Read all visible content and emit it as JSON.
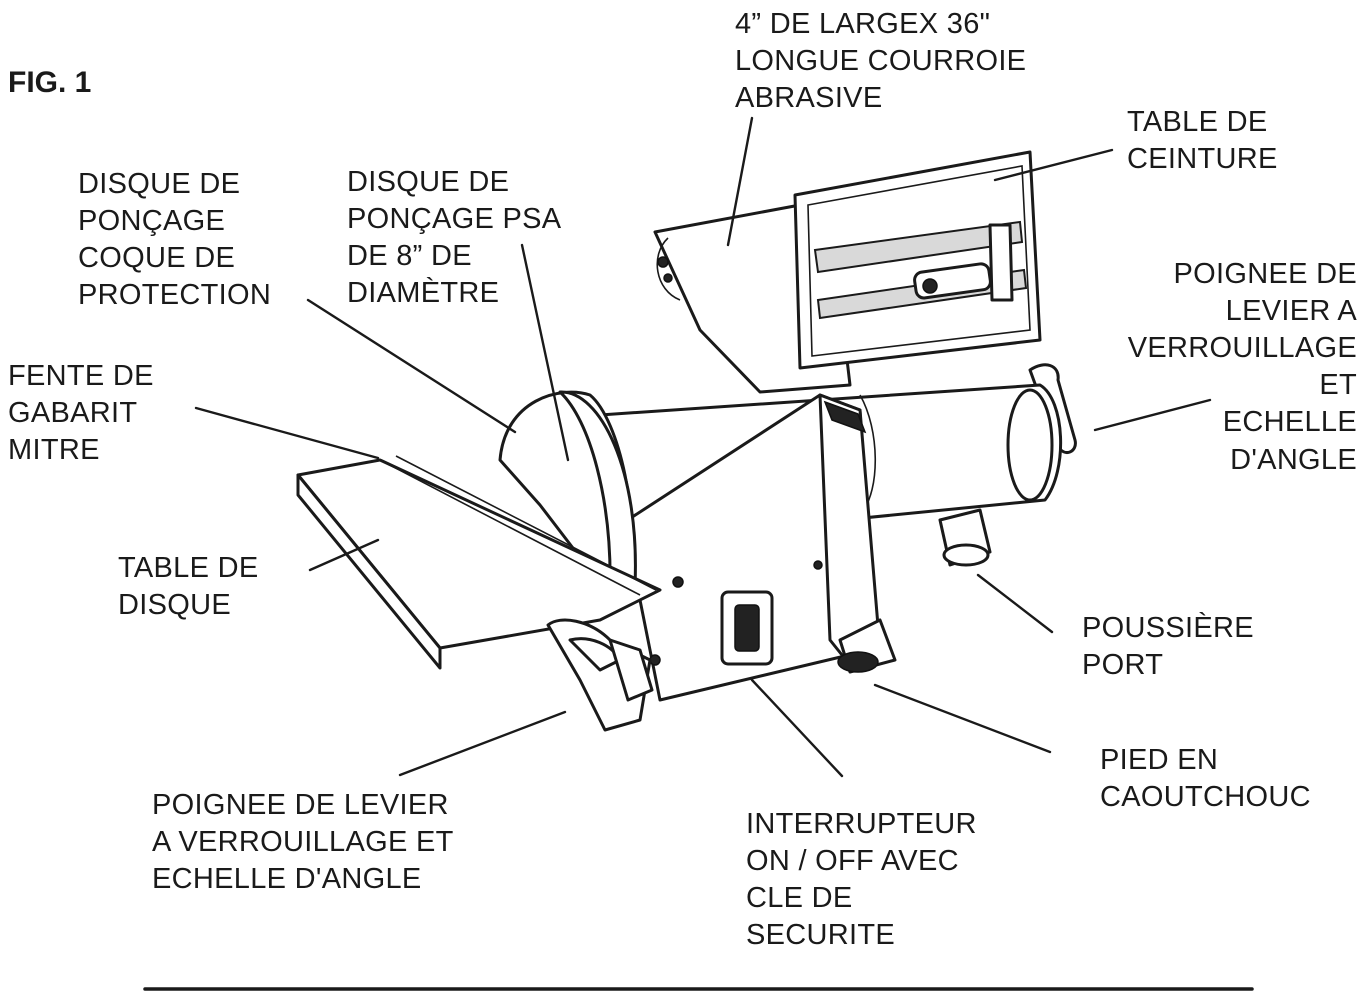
{
  "figure": {
    "title": "FIG. 1"
  },
  "labels": {
    "belt": [
      "4” DE LARGEX 36\"",
      "LONGUE COURROIE",
      "ABRASIVE"
    ],
    "belt_table": [
      "TABLE DE",
      "CEINTURE"
    ],
    "disc_guard": [
      "DISQUE DE",
      "PONÇAGE",
      "COQUE DE",
      "PROTECTION"
    ],
    "psa_disc": [
      "DISQUE DE",
      "PONÇAGE PSA",
      "DE 8” DE",
      "DIAMÈTRE"
    ],
    "belt_lever": [
      "POIGNEE DE",
      "LEVIER A",
      "VERROUILLAGE",
      "ET",
      "ECHELLE",
      "D'ANGLE"
    ],
    "miter_slot": [
      "FENTE DE",
      "GABARIT",
      "MITRE"
    ],
    "disc_table": [
      "TABLE DE",
      "DISQUE"
    ],
    "dust_port": [
      "POUSSIÈRE",
      "PORT"
    ],
    "rubber_foot": [
      "PIED EN",
      "CAOUTCHOUC"
    ],
    "disc_lever": [
      "POIGNEE DE LEVIER",
      "A VERROUILLAGE ET",
      "ECHELLE D'ANGLE"
    ],
    "switch": [
      "INTERRUPTEUR",
      "ON / OFF AVEC",
      "CLE DE",
      "SECURITE"
    ]
  }
}
